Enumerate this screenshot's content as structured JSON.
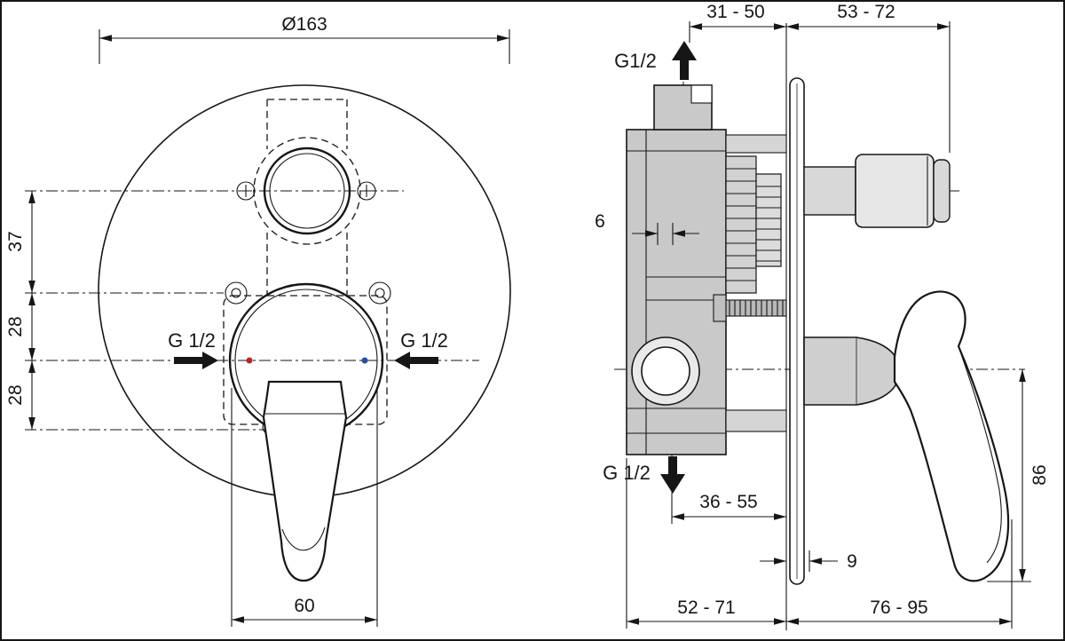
{
  "front": {
    "diameter": "Ø163",
    "offset_top": "37",
    "offset_mid": "28",
    "offset_bottom": "28",
    "thread_left": "G 1/2",
    "thread_right": "G 1/2",
    "width_bottom": "60"
  },
  "side": {
    "depth_body": "31 - 50",
    "depth_spout": "53 - 72",
    "thread_top": "G1/2",
    "gap_front": "6",
    "thread_bottom": "G 1/2",
    "depth_outlet": "36 - 55",
    "plate_clearance": "9",
    "handle_height": "86",
    "depth_total_left": "52 - 71",
    "depth_total_right": "76 - 95"
  },
  "colors": {
    "line": "#161616",
    "body_fill": "#c9c9c9",
    "hot": "#b3282d",
    "cold": "#2a4f9e"
  }
}
